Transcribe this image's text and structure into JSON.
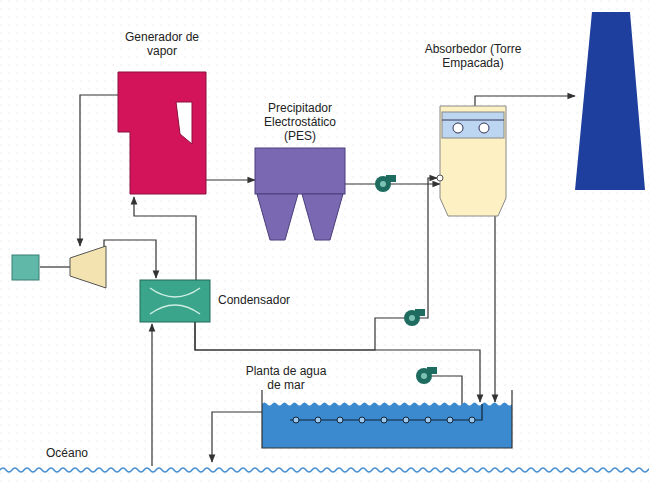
{
  "diagram": {
    "nodes": [
      {
        "text": [
          "Generador de vapor"
        ]
      },
      {
        "text": [
          "Precipitador Electrostático (PES)"
        ]
      },
      {
        "text": [
          "Absorbedor (Torre Empacada)"
        ]
      },
      {
        "text": [
          "Condensador"
        ]
      },
      {
        "text": [
          "Planta de agua de mar"
        ]
      }
    ],
    "edges": [
      {
        "from": 0,
        "to": 1,
        "arrow": "to"
      },
      {
        "from": 1,
        "to": 2,
        "arrow": "to"
      },
      {
        "from": 3,
        "to": 2,
        "arrow": "to"
      },
      {
        "from": 3,
        "to": 4,
        "arrow": "to"
      },
      {
        "from": 2,
        "to": 4,
        "arrow": "to"
      }
    ],
    "labels": [
      "Océano"
    ]
  }
}
